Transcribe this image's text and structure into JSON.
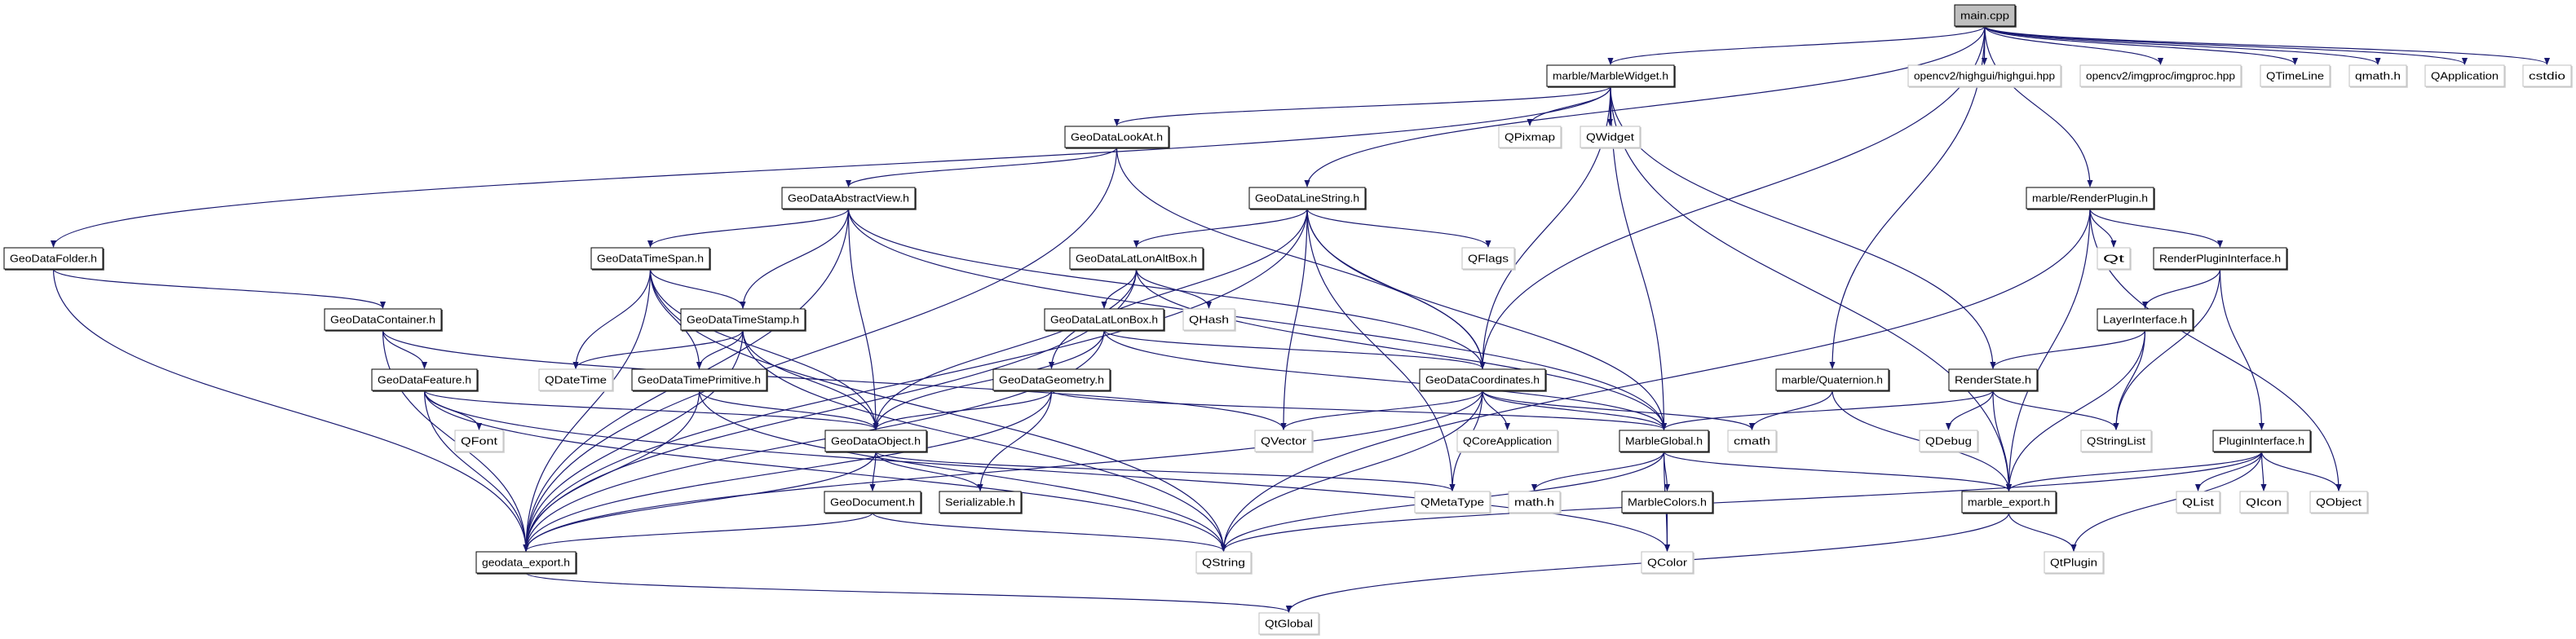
{
  "colors": {
    "edge": "#191970",
    "root_fill": "#bfbfbf",
    "internal_border": "#000000",
    "external_border": "#bfbfbf"
  },
  "nodes": [
    {
      "id": "main.cpp",
      "kind": "root"
    },
    {
      "id": "marble/MarbleWidget.h",
      "kind": "internal"
    },
    {
      "id": "opencv2/highgui/highgui.hpp",
      "kind": "external"
    },
    {
      "id": "opencv2/imgproc/imgproc.hpp",
      "kind": "external"
    },
    {
      "id": "QTimeLine",
      "kind": "external"
    },
    {
      "id": "qmath.h",
      "kind": "external"
    },
    {
      "id": "QApplication",
      "kind": "external"
    },
    {
      "id": "cstdio",
      "kind": "external"
    },
    {
      "id": "GeoDataLookAt.h",
      "kind": "internal"
    },
    {
      "id": "QPixmap",
      "kind": "external"
    },
    {
      "id": "QWidget",
      "kind": "external"
    },
    {
      "id": "GeoDataAbstractView.h",
      "kind": "internal"
    },
    {
      "id": "GeoDataLineString.h",
      "kind": "internal"
    },
    {
      "id": "marble/RenderPlugin.h",
      "kind": "internal"
    },
    {
      "id": "GeoDataFolder.h",
      "kind": "internal"
    },
    {
      "id": "GeoDataTimeSpan.h",
      "kind": "internal"
    },
    {
      "id": "GeoDataLatLonAltBox.h",
      "kind": "internal"
    },
    {
      "id": "QFlags",
      "kind": "external"
    },
    {
      "id": "Qt",
      "kind": "external"
    },
    {
      "id": "RenderPluginInterface.h",
      "kind": "internal"
    },
    {
      "id": "GeoDataContainer.h",
      "kind": "internal"
    },
    {
      "id": "GeoDataTimeStamp.h",
      "kind": "internal"
    },
    {
      "id": "GeoDataLatLonBox.h",
      "kind": "internal"
    },
    {
      "id": "QHash",
      "kind": "external"
    },
    {
      "id": "LayerInterface.h",
      "kind": "internal"
    },
    {
      "id": "GeoDataFeature.h",
      "kind": "internal"
    },
    {
      "id": "QDateTime",
      "kind": "external"
    },
    {
      "id": "GeoDataTimePrimitive.h",
      "kind": "internal"
    },
    {
      "id": "GeoDataGeometry.h",
      "kind": "internal"
    },
    {
      "id": "GeoDataCoordinates.h",
      "kind": "internal"
    },
    {
      "id": "marble/Quaternion.h",
      "kind": "internal"
    },
    {
      "id": "RenderState.h",
      "kind": "internal"
    },
    {
      "id": "QFont",
      "kind": "external"
    },
    {
      "id": "GeoDataObject.h",
      "kind": "internal"
    },
    {
      "id": "QVector",
      "kind": "external"
    },
    {
      "id": "QCoreApplication",
      "kind": "external"
    },
    {
      "id": "MarbleGlobal.h",
      "kind": "internal"
    },
    {
      "id": "cmath",
      "kind": "external"
    },
    {
      "id": "QDebug",
      "kind": "external"
    },
    {
      "id": "QStringList",
      "kind": "external"
    },
    {
      "id": "PluginInterface.h",
      "kind": "internal"
    },
    {
      "id": "GeoDocument.h",
      "kind": "internal"
    },
    {
      "id": "Serializable.h",
      "kind": "internal"
    },
    {
      "id": "QMetaType",
      "kind": "external"
    },
    {
      "id": "math.h",
      "kind": "external"
    },
    {
      "id": "MarbleColors.h",
      "kind": "internal"
    },
    {
      "id": "marble_export.h",
      "kind": "internal"
    },
    {
      "id": "QList",
      "kind": "external"
    },
    {
      "id": "QIcon",
      "kind": "external"
    },
    {
      "id": "QObject",
      "kind": "external"
    },
    {
      "id": "geodata_export.h",
      "kind": "internal"
    },
    {
      "id": "QString",
      "kind": "external"
    },
    {
      "id": "QColor",
      "kind": "external"
    },
    {
      "id": "QtPlugin",
      "kind": "external"
    },
    {
      "id": "QtGlobal",
      "kind": "external"
    }
  ],
  "edges": [
    [
      "main.cpp",
      "marble/MarbleWidget.h"
    ],
    [
      "main.cpp",
      "opencv2/highgui/highgui.hpp"
    ],
    [
      "main.cpp",
      "opencv2/imgproc/imgproc.hpp"
    ],
    [
      "main.cpp",
      "QTimeLine"
    ],
    [
      "main.cpp",
      "qmath.h"
    ],
    [
      "main.cpp",
      "QApplication"
    ],
    [
      "main.cpp",
      "cstdio"
    ],
    [
      "main.cpp",
      "marble/RenderPlugin.h"
    ],
    [
      "main.cpp",
      "marble/Quaternion.h"
    ],
    [
      "main.cpp",
      "GeoDataLineString.h"
    ],
    [
      "main.cpp",
      "GeoDataCoordinates.h"
    ],
    [
      "marble/MarbleWidget.h",
      "GeoDataFolder.h"
    ],
    [
      "marble/MarbleWidget.h",
      "GeoDataLookAt.h"
    ],
    [
      "marble/MarbleWidget.h",
      "QPixmap"
    ],
    [
      "marble/MarbleWidget.h",
      "QWidget"
    ],
    [
      "marble/MarbleWidget.h",
      "GeoDataCoordinates.h"
    ],
    [
      "marble/MarbleWidget.h",
      "MarbleGlobal.h"
    ],
    [
      "marble/MarbleWidget.h",
      "marble_export.h"
    ],
    [
      "marble/MarbleWidget.h",
      "RenderState.h"
    ],
    [
      "GeoDataLookAt.h",
      "GeoDataAbstractView.h"
    ],
    [
      "GeoDataLookAt.h",
      "GeoDataCoordinates.h"
    ],
    [
      "GeoDataLookAt.h",
      "geodata_export.h"
    ],
    [
      "GeoDataAbstractView.h",
      "GeoDataTimeSpan.h"
    ],
    [
      "GeoDataAbstractView.h",
      "GeoDataTimeStamp.h"
    ],
    [
      "GeoDataAbstractView.h",
      "GeoDataObject.h"
    ],
    [
      "GeoDataAbstractView.h",
      "GeoDataCoordinates.h"
    ],
    [
      "GeoDataAbstractView.h",
      "MarbleGlobal.h"
    ],
    [
      "GeoDataAbstractView.h",
      "geodata_export.h"
    ],
    [
      "GeoDataLineString.h",
      "GeoDataLatLonAltBox.h"
    ],
    [
      "GeoDataLineString.h",
      "GeoDataGeometry.h"
    ],
    [
      "GeoDataLineString.h",
      "QVector"
    ],
    [
      "GeoDataLineString.h",
      "QFlags"
    ],
    [
      "GeoDataLineString.h",
      "GeoDataCoordinates.h"
    ],
    [
      "GeoDataLineString.h",
      "MarbleGlobal.h"
    ],
    [
      "GeoDataLineString.h",
      "QMetaType"
    ],
    [
      "GeoDataLineString.h",
      "geodata_export.h"
    ],
    [
      "GeoDataFolder.h",
      "GeoDataContainer.h"
    ],
    [
      "GeoDataFolder.h",
      "geodata_export.h"
    ],
    [
      "GeoDataTimeSpan.h",
      "GeoDataTimeStamp.h"
    ],
    [
      "GeoDataTimeSpan.h",
      "GeoDataTimePrimitive.h"
    ],
    [
      "GeoDataTimeSpan.h",
      "QDateTime"
    ],
    [
      "GeoDataTimeSpan.h",
      "GeoDataObject.h"
    ],
    [
      "GeoDataTimeSpan.h",
      "QString"
    ],
    [
      "GeoDataTimeSpan.h",
      "geodata_export.h"
    ],
    [
      "GeoDataContainer.h",
      "GeoDataFeature.h"
    ],
    [
      "GeoDataContainer.h",
      "geodata_export.h"
    ],
    [
      "GeoDataContainer.h",
      "QVector"
    ],
    [
      "GeoDataTimeStamp.h",
      "QDateTime"
    ],
    [
      "GeoDataTimeStamp.h",
      "GeoDataTimePrimitive.h"
    ],
    [
      "GeoDataTimeStamp.h",
      "GeoDataObject.h"
    ],
    [
      "GeoDataTimeStamp.h",
      "geodata_export.h"
    ],
    [
      "GeoDataTimeStamp.h",
      "QString"
    ],
    [
      "GeoDataLatLonAltBox.h",
      "GeoDataLatLonBox.h"
    ],
    [
      "GeoDataLatLonAltBox.h",
      "QHash"
    ],
    [
      "GeoDataLatLonAltBox.h",
      "GeoDataObject.h"
    ],
    [
      "GeoDataLatLonAltBox.h",
      "MarbleGlobal.h"
    ],
    [
      "GeoDataLatLonAltBox.h",
      "geodata_export.h"
    ],
    [
      "GeoDataLatLonBox.h",
      "GeoDataCoordinates.h"
    ],
    [
      "GeoDataLatLonBox.h",
      "GeoDataObject.h"
    ],
    [
      "GeoDataLatLonBox.h",
      "MarbleGlobal.h"
    ],
    [
      "GeoDataLatLonBox.h",
      "geodata_export.h"
    ],
    [
      "GeoDataFeature.h",
      "QFont"
    ],
    [
      "GeoDataFeature.h",
      "GeoDataObject.h"
    ],
    [
      "GeoDataFeature.h",
      "geodata_export.h"
    ],
    [
      "GeoDataFeature.h",
      "QString"
    ],
    [
      "GeoDataFeature.h",
      "QColor"
    ],
    [
      "GeoDataTimePrimitive.h",
      "GeoDataObject.h"
    ],
    [
      "GeoDataTimePrimitive.h",
      "geodata_export.h"
    ],
    [
      "GeoDataTimePrimitive.h",
      "QString"
    ],
    [
      "GeoDataGeometry.h",
      "GeoDataObject.h"
    ],
    [
      "GeoDataGeometry.h",
      "Serializable.h"
    ],
    [
      "GeoDataGeometry.h",
      "MarbleGlobal.h"
    ],
    [
      "GeoDataGeometry.h",
      "geodata_export.h"
    ],
    [
      "GeoDataCoordinates.h",
      "QVector"
    ],
    [
      "GeoDataCoordinates.h",
      "QCoreApplication"
    ],
    [
      "GeoDataCoordinates.h",
      "MarbleGlobal.h"
    ],
    [
      "GeoDataCoordinates.h",
      "cmath"
    ],
    [
      "GeoDataCoordinates.h",
      "QMetaType"
    ],
    [
      "GeoDataCoordinates.h",
      "QString"
    ],
    [
      "GeoDataCoordinates.h",
      "geodata_export.h"
    ],
    [
      "GeoDataObject.h",
      "GeoDocument.h"
    ],
    [
      "GeoDataObject.h",
      "Serializable.h"
    ],
    [
      "GeoDataObject.h",
      "QMetaType"
    ],
    [
      "GeoDataObject.h",
      "geodata_export.h"
    ],
    [
      "GeoDocument.h",
      "geodata_export.h"
    ],
    [
      "GeoDocument.h",
      "QString"
    ],
    [
      "MarbleGlobal.h",
      "math.h"
    ],
    [
      "MarbleGlobal.h",
      "MarbleColors.h"
    ],
    [
      "MarbleGlobal.h",
      "QString"
    ],
    [
      "MarbleGlobal.h",
      "QColor"
    ],
    [
      "MarbleGlobal.h",
      "marble_export.h"
    ],
    [
      "MarbleColors.h",
      "QColor"
    ],
    [
      "geodata_export.h",
      "QtGlobal"
    ],
    [
      "marble_export.h",
      "QtPlugin"
    ],
    [
      "marble_export.h",
      "QtGlobal"
    ],
    [
      "marble/RenderPlugin.h",
      "Qt"
    ],
    [
      "marble/RenderPlugin.h",
      "RenderPluginInterface.h"
    ],
    [
      "marble/RenderPlugin.h",
      "QObject"
    ],
    [
      "marble/RenderPlugin.h",
      "marble_export.h"
    ],
    [
      "marble/RenderPlugin.h",
      "QString"
    ],
    [
      "RenderPluginInterface.h",
      "LayerInterface.h"
    ],
    [
      "RenderPluginInterface.h",
      "QStringList"
    ],
    [
      "RenderPluginInterface.h",
      "PluginInterface.h"
    ],
    [
      "LayerInterface.h",
      "RenderState.h"
    ],
    [
      "LayerInterface.h",
      "QStringList"
    ],
    [
      "LayerInterface.h",
      "marble_export.h"
    ],
    [
      "marble/Quaternion.h",
      "cmath"
    ],
    [
      "marble/Quaternion.h",
      "marble_export.h"
    ],
    [
      "RenderState.h",
      "MarbleGlobal.h"
    ],
    [
      "RenderState.h",
      "QDebug"
    ],
    [
      "RenderState.h",
      "marble_export.h"
    ],
    [
      "RenderState.h",
      "QStringList"
    ],
    [
      "PluginInterface.h",
      "marble_export.h"
    ],
    [
      "PluginInterface.h",
      "QString"
    ],
    [
      "PluginInterface.h",
      "QtPlugin"
    ],
    [
      "PluginInterface.h",
      "QList"
    ],
    [
      "PluginInterface.h",
      "QIcon"
    ],
    [
      "PluginInterface.h",
      "QObject"
    ]
  ]
}
